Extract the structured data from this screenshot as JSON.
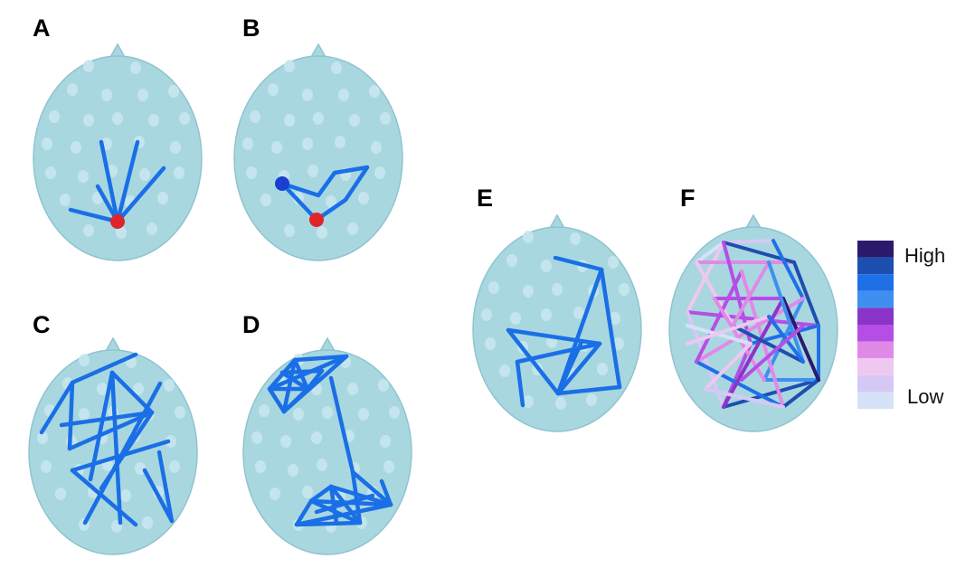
{
  "panels": [
    {
      "id": "A",
      "label": "A"
    },
    {
      "id": "B",
      "label": "B"
    },
    {
      "id": "C",
      "label": "C"
    },
    {
      "id": "D",
      "label": "D"
    },
    {
      "id": "E",
      "label": "E"
    },
    {
      "id": "F",
      "label": "F"
    }
  ],
  "legend": {
    "high_label": "High",
    "low_label": "Low",
    "swatches": [
      "#2b1a6b",
      "#1d4fb0",
      "#1f6fe8",
      "#3f8ff0",
      "#8a35c8",
      "#b64ee6",
      "#e08ae8",
      "#efc8f0",
      "#d6c8f4",
      "#d6e2f7"
    ]
  },
  "colors": {
    "head": "#a9d7e0",
    "edge": "#1a6fe6",
    "seed_node": "#e0252a",
    "target_node": "#1a3fd0"
  }
}
